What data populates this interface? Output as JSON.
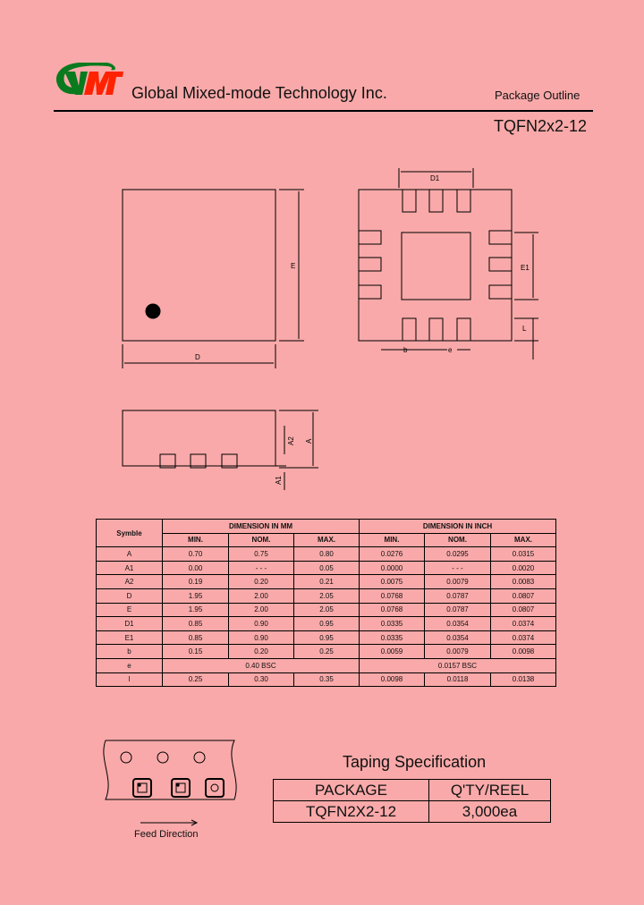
{
  "header": {
    "company": "Global Mixed-mode Technology Inc.",
    "logo_text": "GMT",
    "doc_type": "Package Outline",
    "package_name": "TQFN2x2-12"
  },
  "drawing_labels": {
    "D": "D",
    "E": "E",
    "D1": "D1",
    "E1": "E1",
    "b": "b",
    "e": "e",
    "L": "L",
    "A": "A",
    "A1": "A1",
    "A2": "A2"
  },
  "dimension_table": {
    "symbol_header": "Symble",
    "mm_header": "DIMENSION IN MM",
    "inch_header": "DIMENSION IN INCH",
    "sub_headers": [
      "MIN.",
      "NOM.",
      "MAX.",
      "MIN.",
      "NOM.",
      "MAX."
    ],
    "rows": [
      {
        "sym": "A",
        "v": [
          "0.70",
          "0.75",
          "0.80",
          "0.0276",
          "0.0295",
          "0.0315"
        ]
      },
      {
        "sym": "A1",
        "v": [
          "0.00",
          "- - -",
          "0.05",
          "0.0000",
          "- - -",
          "0.0020"
        ]
      },
      {
        "sym": "A2",
        "v": [
          "0.19",
          "0.20",
          "0.21",
          "0.0075",
          "0.0079",
          "0.0083"
        ]
      },
      {
        "sym": "D",
        "v": [
          "1.95",
          "2.00",
          "2.05",
          "0.0768",
          "0.0787",
          "0.0807"
        ]
      },
      {
        "sym": "E",
        "v": [
          "1.95",
          "2.00",
          "2.05",
          "0.0768",
          "0.0787",
          "0.0807"
        ]
      },
      {
        "sym": "D1",
        "v": [
          "0.85",
          "0.90",
          "0.95",
          "0.0335",
          "0.0354",
          "0.0374"
        ]
      },
      {
        "sym": "E1",
        "v": [
          "0.85",
          "0.90",
          "0.95",
          "0.0335",
          "0.0354",
          "0.0374"
        ]
      },
      {
        "sym": "b",
        "v": [
          "0.15",
          "0.20",
          "0.25",
          "0.0059",
          "0.0079",
          "0.0098"
        ]
      }
    ],
    "e_row": {
      "sym": "e",
      "mm": "0.40 BSC",
      "inch": "0.0157 BSC"
    },
    "l_row": {
      "sym": "l",
      "v": [
        "0.25",
        "0.30",
        "0.35",
        "0.0098",
        "0.0118",
        "0.0138"
      ]
    }
  },
  "taping": {
    "title": "Taping Specification",
    "headers": [
      "PACKAGE",
      "Q'TY/REEL"
    ],
    "row": [
      "TQFN2X2-12",
      "3,000ea"
    ],
    "feed_label": "Feed Direction"
  },
  "colors": {
    "background": "#f9a9a9",
    "logo_green": "#0a7a1e",
    "logo_red": "#ff2200"
  }
}
